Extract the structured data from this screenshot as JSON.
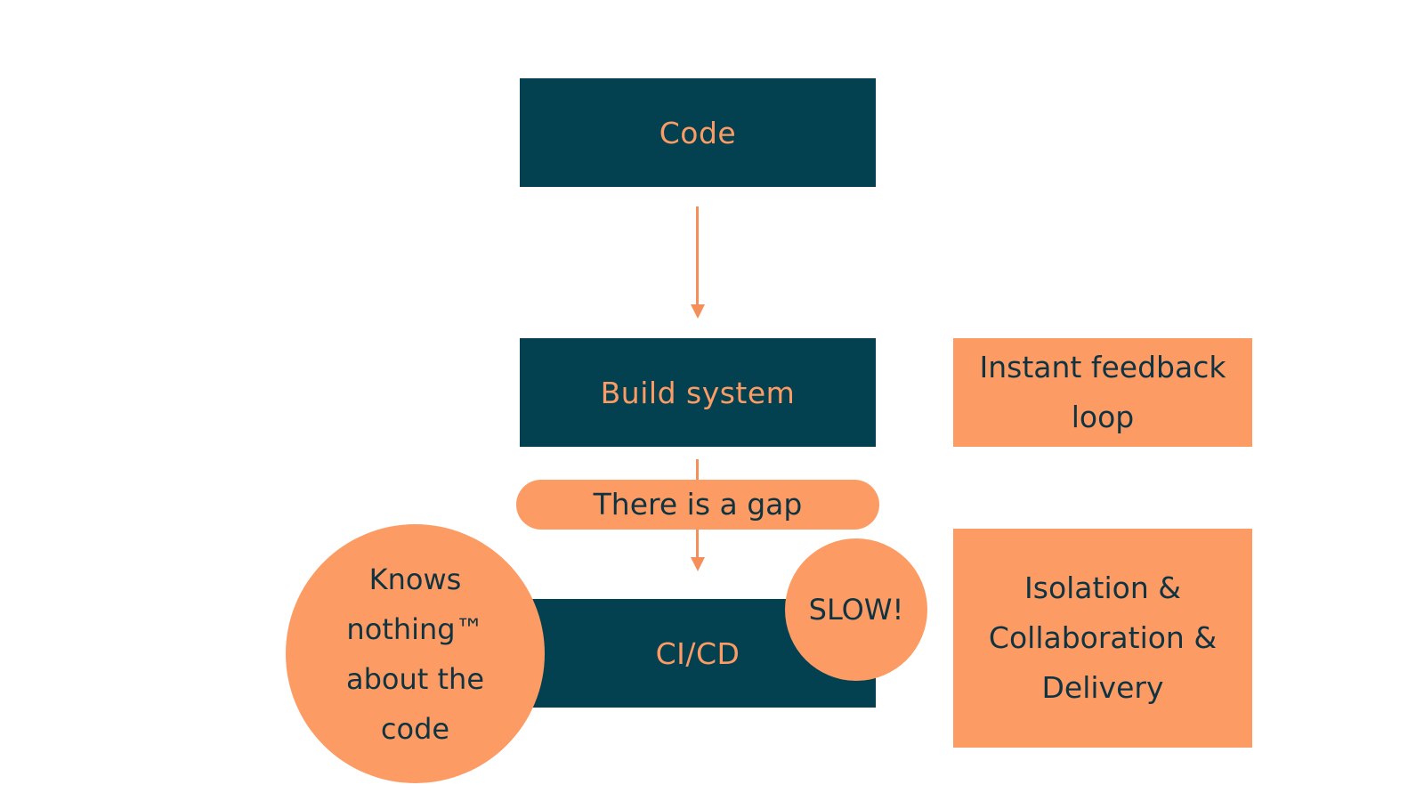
{
  "diagram": {
    "nodes": {
      "code": "Code",
      "build_system": "Build system",
      "cicd": "CI/CD"
    },
    "notes": {
      "gap": "There is a gap",
      "slow": "SLOW!",
      "knows_nothing_lines": [
        "Knows",
        "nothing™",
        "about the",
        "code"
      ],
      "instant_feedback_lines": [
        "Instant feedback",
        "loop"
      ],
      "isolation_lines": [
        "Isolation &",
        "Collaboration &",
        "Delivery"
      ]
    },
    "colors": {
      "node_fill": "#034151",
      "node_text": "#FC9C64",
      "note_fill": "#FC9C64",
      "note_text": "#0F3340",
      "arrow": "#F58F5A"
    }
  }
}
